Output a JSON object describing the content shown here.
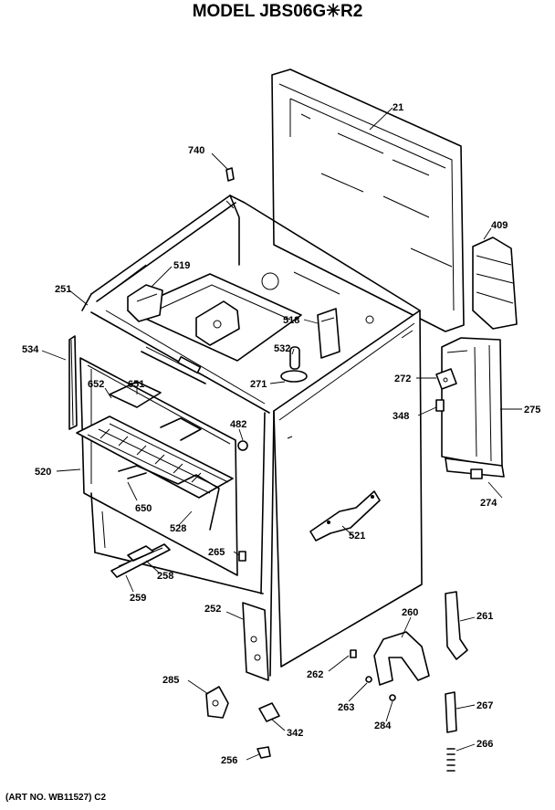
{
  "title": "MODEL JBS06G✳R2",
  "art_number": "(ART NO. WB11527) C2",
  "colors": {
    "ink": "#000000",
    "paper": "#ffffff"
  },
  "parts": {
    "p21": "21",
    "p740": "740",
    "p409": "409",
    "p519": "519",
    "p251": "251",
    "p518": "518",
    "p534": "534",
    "p532": "532",
    "p271": "271",
    "p272": "272",
    "p652": "652",
    "p651": "651",
    "p348": "348",
    "p275": "275",
    "p482": "482",
    "p520": "520",
    "p274": "274",
    "p650": "650",
    "p521": "521",
    "p528": "528",
    "p265": "265",
    "p258": "258",
    "p259": "259",
    "p252": "252",
    "p260": "260",
    "p261": "261",
    "p262": "262",
    "p285": "285",
    "p263": "263",
    "p267": "267",
    "p284": "284",
    "p342": "342",
    "p266": "266",
    "p256": "256"
  }
}
